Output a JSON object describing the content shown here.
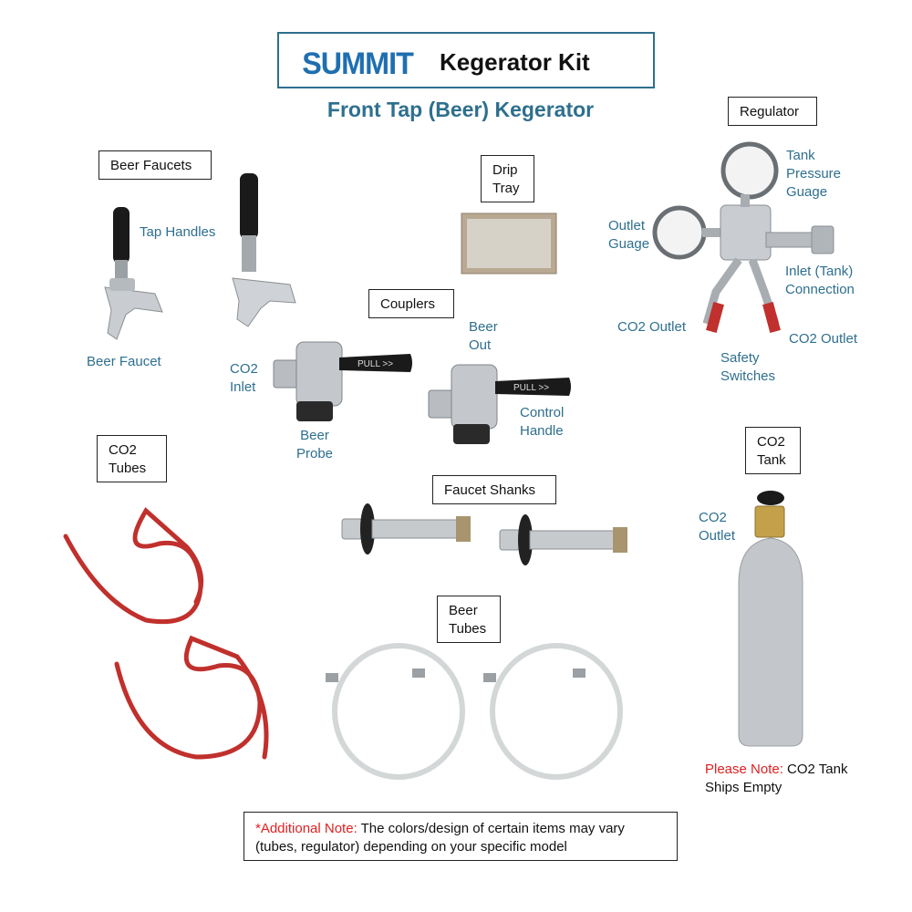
{
  "header": {
    "brand": "SUMMIT",
    "title": "Kegerator Kit",
    "subtitle": "Front Tap (Beer) Kegerator"
  },
  "sections": {
    "beer_faucets": "Beer Faucets",
    "drip_tray": "Drip\nTray",
    "regulator": "Regulator",
    "couplers": "Couplers",
    "co2_tubes": "CO2\nTubes",
    "faucet_shanks": "Faucet Shanks",
    "beer_tubes": "Beer\nTubes",
    "co2_tank": "CO2\nTank"
  },
  "labels": {
    "tap_handles": "Tap Handles",
    "beer_faucet": "Beer Faucet",
    "co2_inlet": "CO2\nInlet",
    "beer_out": "Beer\nOut",
    "beer_probe": "Beer\nProbe",
    "control_handle": "Control\nHandle",
    "tank_pressure_guage": "Tank\nPressure\nGuage",
    "outlet_guage": "Outlet\nGuage",
    "inlet_tank_connection": "Inlet (Tank)\nConnection",
    "co2_outlet_left": "CO2 Outlet",
    "co2_outlet_right": "CO2 Outlet",
    "safety_switches": "Safety\nSwitches",
    "co2_outlet_tank": "CO2\nOutlet",
    "coupler_pull": "PULL >>"
  },
  "notes": {
    "please_note_prefix": "Please Note:",
    "please_note_text": " CO2 Tank",
    "please_note_text2": "Ships Empty",
    "additional_prefix": "*Additional Note:",
    "additional_text": " The colors/design  of certain items may vary",
    "additional_text2": "(tubes, regulator) depending on your specific model"
  },
  "colors": {
    "accent": "#2e6f8e",
    "brand": "#1f6fb0",
    "note_red": "#e02020",
    "co2_tube": "#c0302c",
    "beer_tube": "#d8dcdc",
    "steel": "#b8bcc0"
  }
}
